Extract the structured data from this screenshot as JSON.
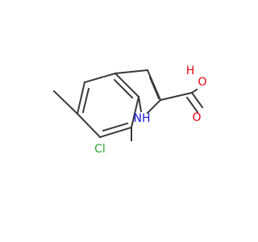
{
  "molecule": {
    "atoms": {
      "chlorine": "Cl",
      "nh": "NH",
      "carbonyl_oxygen": "O",
      "hydroxyl_h": "H",
      "hydroxyl_o": "O"
    },
    "colors": {
      "bond": "#3a3a3a",
      "oxygen": "#e8000b",
      "nitrogen": "#1a1ae6",
      "chlorine": "#2ea52e"
    }
  }
}
